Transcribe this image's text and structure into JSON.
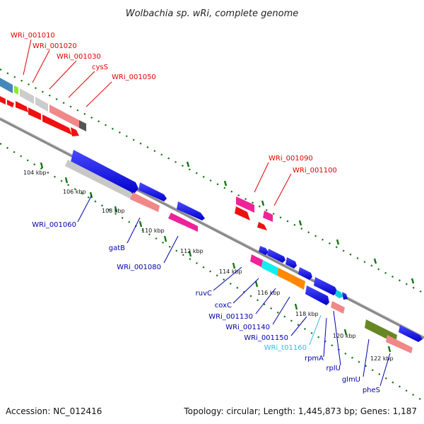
{
  "title": "Wolbachia sp. wRi, complete genome",
  "footer": {
    "accession": "Accession: NC_012416",
    "summary": "Topology: circular; Length: 1,445,873 bp; Genes: 1,187"
  },
  "colors": {
    "top_labels": "#dd0000",
    "bottom_labels": "#0000aa",
    "trna_label": "#33bbdd",
    "backbone": "#888888",
    "scale_dots": "#117711"
  },
  "ticks": [
    "104 kbp",
    "106 kbp",
    "108 kbp",
    "110 kbp",
    "112 kbp",
    "114 kbp",
    "116 kbp",
    "118 kbp",
    "120 kbp",
    "122 kbp"
  ],
  "top_labels": [
    "WRi_001010",
    "WRi_001020",
    "WRi_001030",
    "cysS",
    "WRi_001050",
    "WRi_001090",
    "WRi_001100"
  ],
  "bottom_labels": [
    "WRi_001060",
    "gatB",
    "WRi_001080",
    "ruvC",
    "coxC",
    "WRi_001130",
    "WRi_001140",
    "WRi_001150",
    "WRi_t01160",
    "rpmA",
    "rplU",
    "glmU",
    "pheS"
  ]
}
